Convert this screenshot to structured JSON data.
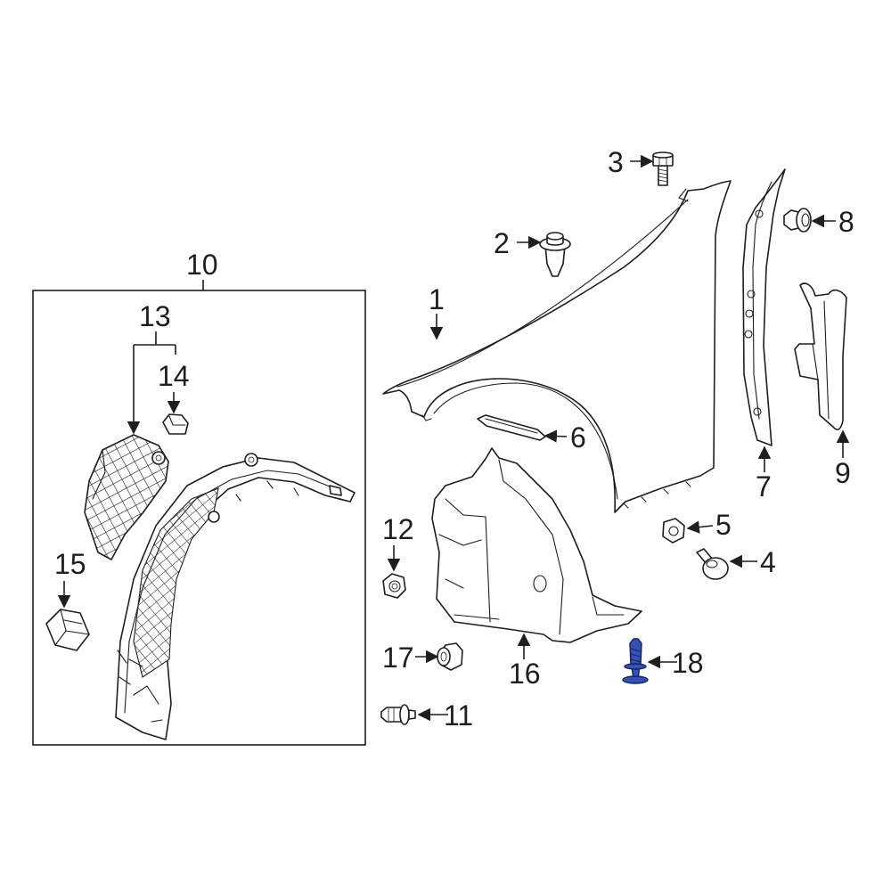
{
  "callouts": {
    "c1": "1",
    "c2": "2",
    "c3": "3",
    "c4": "4",
    "c5": "5",
    "c6": "6",
    "c7": "7",
    "c8": "8",
    "c9": "9",
    "c10": "10",
    "c11": "11",
    "c12": "12",
    "c13": "13",
    "c14": "14",
    "c15": "15",
    "c16": "16",
    "c17": "17",
    "c18": "18"
  },
  "colors": {
    "line": "#1e1e1e",
    "background": "#ffffff",
    "highlight_part": "#3650b4"
  }
}
